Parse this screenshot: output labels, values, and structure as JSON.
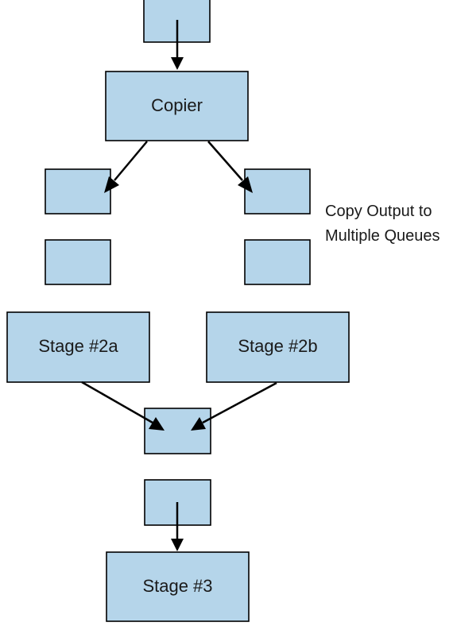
{
  "nodes": {
    "copier": {
      "label": "Copier"
    },
    "stage_2a": {
      "label": "Stage #2a"
    },
    "stage_2b": {
      "label": "Stage #2b"
    },
    "stage_3": {
      "label": "Stage #3"
    }
  },
  "annotation": {
    "line1": "Copy Output to",
    "line2": "Multiple Queues"
  },
  "colors": {
    "box_fill": "#b5d5ea",
    "outline": "#000000"
  }
}
